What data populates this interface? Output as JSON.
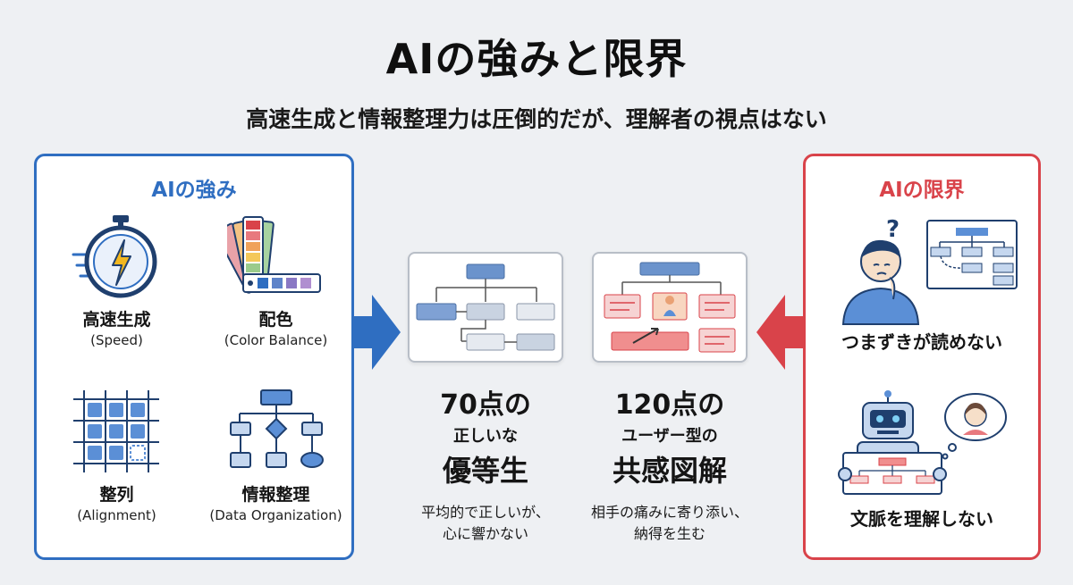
{
  "header": {
    "title": "AIの強みと限界",
    "subtitle": "高速生成と情報整理力は圧倒的だが、理解者の視点はない"
  },
  "strengths": {
    "title": "AIの強み",
    "items": [
      {
        "label": "高速生成",
        "sub": "(Speed)",
        "icon": "stopwatch-lightning-icon"
      },
      {
        "label": "配色",
        "sub": "(Color Balance)",
        "icon": "color-swatch-icon"
      },
      {
        "label": "整列",
        "sub": "(Alignment)",
        "icon": "grid-alignment-icon"
      },
      {
        "label": "情報整理",
        "sub": "(Data Organization)",
        "icon": "flowchart-icon"
      }
    ]
  },
  "comparison": {
    "ai": {
      "score": "70点の",
      "sub": "正しいな",
      "big": "優等生",
      "note_line1": "平均的で正しいが、",
      "note_line2": "心に響かない"
    },
    "human": {
      "score": "120点の",
      "sub": "ユーザー型の",
      "big": "共感図解",
      "note_line1": "相手の痛みに寄り添い、",
      "note_line2": "納得を生む"
    }
  },
  "limits": {
    "title": "AIの限界",
    "items": [
      {
        "label": "つまずきが読めない",
        "icon": "confused-person-icon"
      },
      {
        "label": "文脈を理解しない",
        "icon": "robot-icon"
      }
    ]
  },
  "colors": {
    "blue": "#2f6ec1",
    "red": "#d9434a"
  }
}
